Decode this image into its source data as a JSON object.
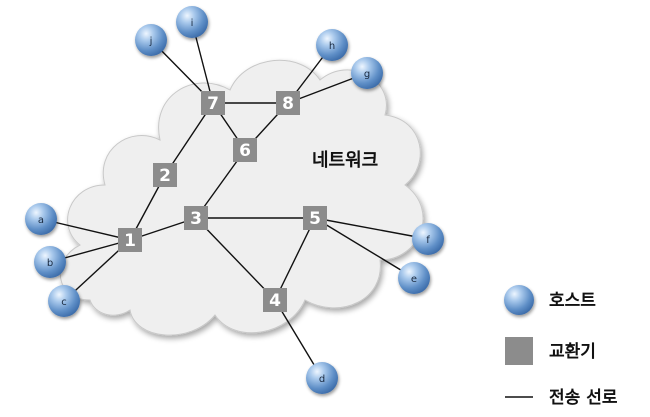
{
  "network_label": "네트워크",
  "switches": [
    {
      "id": "1",
      "label": "1"
    },
    {
      "id": "2",
      "label": "2"
    },
    {
      "id": "3",
      "label": "3"
    },
    {
      "id": "4",
      "label": "4"
    },
    {
      "id": "5",
      "label": "5"
    },
    {
      "id": "6",
      "label": "6"
    },
    {
      "id": "7",
      "label": "7"
    },
    {
      "id": "8",
      "label": "8"
    }
  ],
  "hosts": [
    {
      "id": "a",
      "label": "a"
    },
    {
      "id": "b",
      "label": "b"
    },
    {
      "id": "c",
      "label": "c"
    },
    {
      "id": "d",
      "label": "d"
    },
    {
      "id": "e",
      "label": "e"
    },
    {
      "id": "f",
      "label": "f"
    },
    {
      "id": "g",
      "label": "g"
    },
    {
      "id": "h",
      "label": "h"
    },
    {
      "id": "i",
      "label": "i"
    },
    {
      "id": "j",
      "label": "j"
    }
  ],
  "links": [
    [
      "1",
      "2"
    ],
    [
      "1",
      "3"
    ],
    [
      "2",
      "7"
    ],
    [
      "3",
      "6"
    ],
    [
      "3",
      "4"
    ],
    [
      "3",
      "5"
    ],
    [
      "4",
      "5"
    ],
    [
      "6",
      "7"
    ],
    [
      "6",
      "8"
    ],
    [
      "7",
      "8"
    ],
    [
      "1",
      "a"
    ],
    [
      "1",
      "b"
    ],
    [
      "1",
      "c"
    ],
    [
      "4",
      "d"
    ],
    [
      "5",
      "e"
    ],
    [
      "5",
      "f"
    ],
    [
      "8",
      "g"
    ],
    [
      "8",
      "h"
    ],
    [
      "7",
      "i"
    ],
    [
      "7",
      "j"
    ]
  ],
  "legend": {
    "host": "호스트",
    "switch": "교환기",
    "link": "전송 선로"
  },
  "colors": {
    "switch": "#8c8c8c",
    "host": "#6d9fd3",
    "cloud": "#efefef",
    "line": "#111111"
  }
}
